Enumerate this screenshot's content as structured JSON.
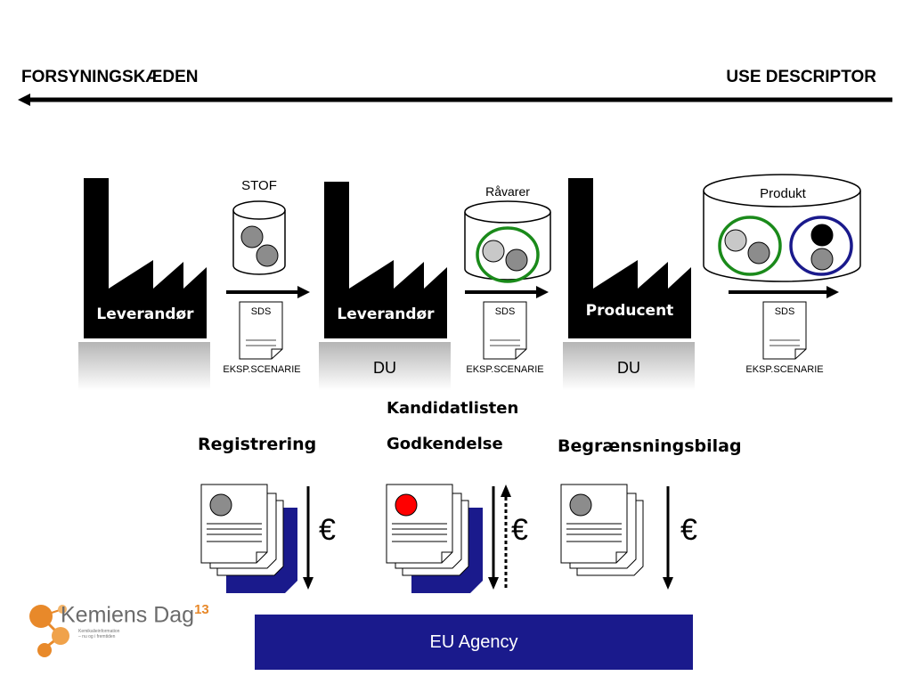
{
  "header": {
    "left": "FORSYNINGSKÆDEN",
    "right": "USE DESCRIPTOR"
  },
  "chain": {
    "factories": [
      {
        "label": "Leverandør",
        "reflection": ""
      },
      {
        "label": "Leverandør",
        "reflection": "DU"
      },
      {
        "label": "Producent",
        "reflection": "DU"
      }
    ],
    "containers": [
      {
        "label": "STOF"
      },
      {
        "label": "Råvarer"
      },
      {
        "label": "Produkt"
      }
    ],
    "documents": [
      {
        "title": "SDS",
        "caption": "EKSP.SCENARIE"
      },
      {
        "title": "SDS",
        "caption": "EKSP.SCENARIE"
      },
      {
        "title": "SDS",
        "caption": "EKSP.SCENARIE"
      }
    ]
  },
  "regulation": {
    "kandidatlisten": "Kandidatlisten",
    "items": [
      {
        "title": "Registrering",
        "currency": "€"
      },
      {
        "title": "Godkendelse",
        "currency": "€"
      },
      {
        "title": "Begrænsningsbilag",
        "currency": "€"
      }
    ]
  },
  "agency": {
    "label": "EU Agency"
  },
  "logo": {
    "name": "Kemiens Dag",
    "superscript": "13",
    "tagline_1": "Kemikalieinformation",
    "tagline_2": "– nu og i fremtiden"
  },
  "colors": {
    "navy": "#1a1a8c",
    "green": "#1a8a1a",
    "red": "#ff0000",
    "orange": "#e8892a",
    "gray_ball": "#8c8c8c",
    "light_ball": "#c8c8c8"
  }
}
